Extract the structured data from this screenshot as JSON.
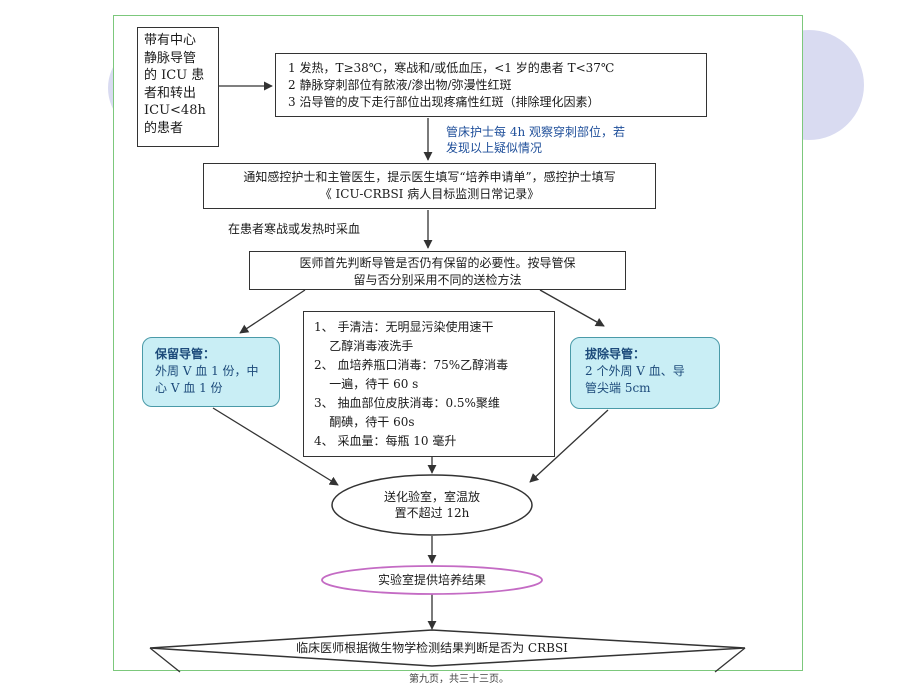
{
  "left_box": {
    "lines": [
      "带有中心",
      "静脉导管",
      "的 ICU 患",
      "者和转出",
      "ICU<48h",
      "的患者"
    ]
  },
  "criteria_box": {
    "lines": [
      "1 发热，T≥38℃，寒战和/或低血压，<1 岁的患者 T<37℃",
      "2 静脉穿刺部位有脓液/渗出物/弥漫性红斑",
      "3 沿导管的皮下走行部位出现疼痛性红斑（排除理化因素）"
    ]
  },
  "nurse_note": {
    "lines": [
      "管床护士每 4h 观察穿刺部位，若",
      "发现以上疑似情况"
    ]
  },
  "notify_box": {
    "lines": [
      "通知感控护士和主管医生，提示医生填写“培养申请单”，感控护士填写",
      "《 ICU-CRBSI 病人目标监测日常记录》"
    ]
  },
  "blood_note": {
    "text": "在患者寒战或发热时采血"
  },
  "judge_box": {
    "lines": [
      "医师首先判断导管是否仍有保留的必要性。按导管保",
      "留与否分别采用不同的送检方法"
    ]
  },
  "keep_box": {
    "title": "保留导管：",
    "lines": [
      "外周 V 血 1 份，中",
      "心 V 血 1 份"
    ]
  },
  "steps_box": {
    "lines": [
      "1、 手清洁：无明显污染使用速干",
      "    乙醇消毒液洗手",
      "2、 血培养瓶口消毒：75%乙醇消毒",
      "    一遍，待干 60 s",
      "3、 抽血部位皮肤消毒：0.5%聚维",
      "    酮碘，待干 60s",
      "4、 采血量：每瓶 10 毫升"
    ]
  },
  "remove_box": {
    "title": "拔除导管：",
    "lines": [
      "2 个外周 V 血、导",
      "管尖端 5cm"
    ]
  },
  "lab_oval": {
    "lines": [
      "送化验室，室温放",
      "置不超过 12h"
    ]
  },
  "result_oval": {
    "text": "实验室提供培养结果"
  },
  "decision": {
    "text": "临床医师根据微生物学检测结果判断是否为 CRBSI"
  },
  "footer": {
    "text": "第九页，共三十三页。"
  },
  "colors": {
    "frame_border": "#7cc87c",
    "deco_circle": "#d9dbf1",
    "cyan_fill": "#c9eef5",
    "cyan_border": "#4a9aa8",
    "note_text": "#1f4f9a",
    "result_oval_border": "#c46bc4"
  }
}
